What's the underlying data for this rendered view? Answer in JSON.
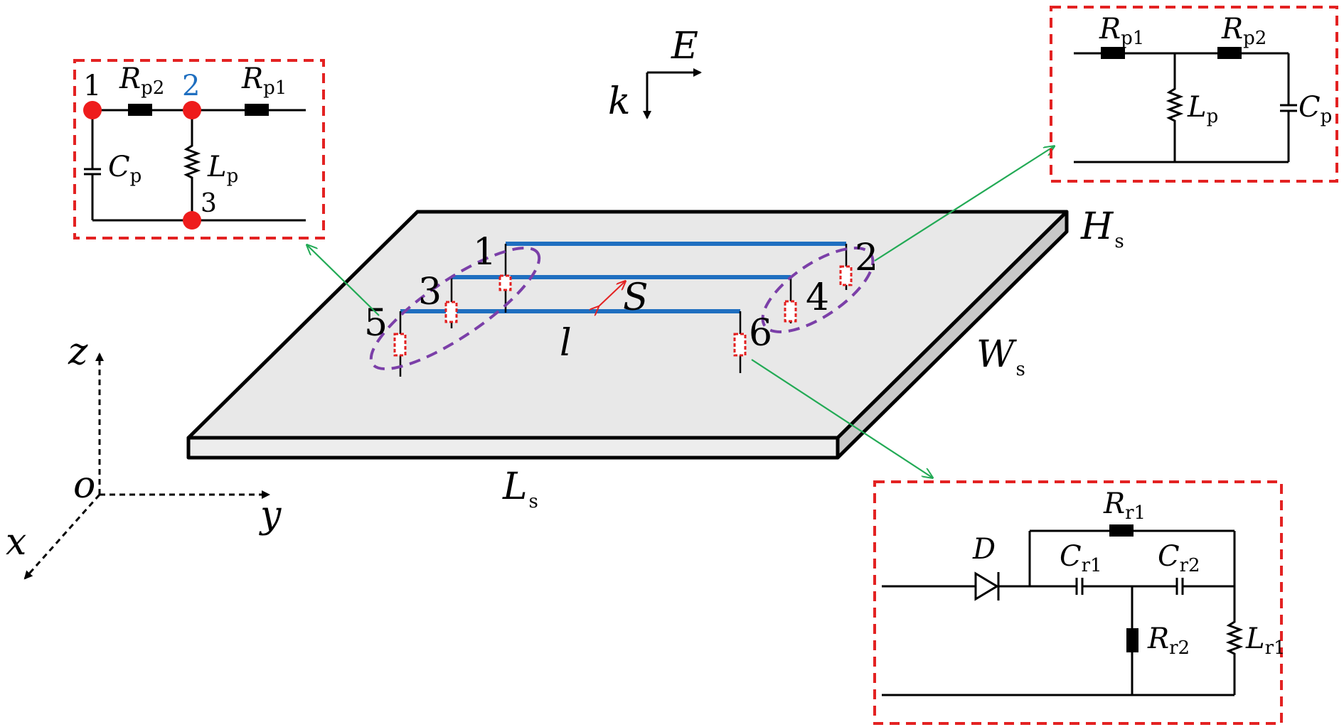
{
  "colors": {
    "line": "#1f6fc0",
    "node": "#ee1c1c",
    "frame": "#e32222",
    "group": "#7b3fa8",
    "arrow": "#22aa55",
    "board": "#e8e8e8",
    "board_side": "#c8c8c8",
    "node2_label": "#1f6fc0"
  },
  "wave": {
    "e": "E",
    "k": "k"
  },
  "board": {
    "hs": {
      "main": "H",
      "sub": "s"
    },
    "ws": {
      "main": "W",
      "sub": "s"
    },
    "ls": {
      "main": "L",
      "sub": "s"
    },
    "length": "l",
    "spacing": "S"
  },
  "ports": [
    "1",
    "2",
    "3",
    "4",
    "5",
    "6"
  ],
  "axes": {
    "z": "z",
    "y": "y",
    "x": "x",
    "origin": "o"
  },
  "circuit_left": {
    "nodes": [
      "1",
      "2",
      "3"
    ],
    "rp2": {
      "main": "R",
      "sub": "p2"
    },
    "rp1": {
      "main": "R",
      "sub": "p1"
    },
    "cp": {
      "main": "C",
      "sub": "p"
    },
    "lp": {
      "main": "L",
      "sub": "p"
    }
  },
  "circuit_right": {
    "rp1": {
      "main": "R",
      "sub": "p1"
    },
    "rp2": {
      "main": "R",
      "sub": "p2"
    },
    "lp": {
      "main": "L",
      "sub": "p"
    },
    "cp": {
      "main": "C",
      "sub": "p"
    }
  },
  "circuit_bottom": {
    "d": "D",
    "rr1": {
      "main": "R",
      "sub": "r1"
    },
    "cr1": {
      "main": "C",
      "sub": "r1"
    },
    "cr2": {
      "main": "C",
      "sub": "r2"
    },
    "rr2": {
      "main": "R",
      "sub": "r2"
    },
    "lr1": {
      "main": "L",
      "sub": "r1"
    }
  }
}
